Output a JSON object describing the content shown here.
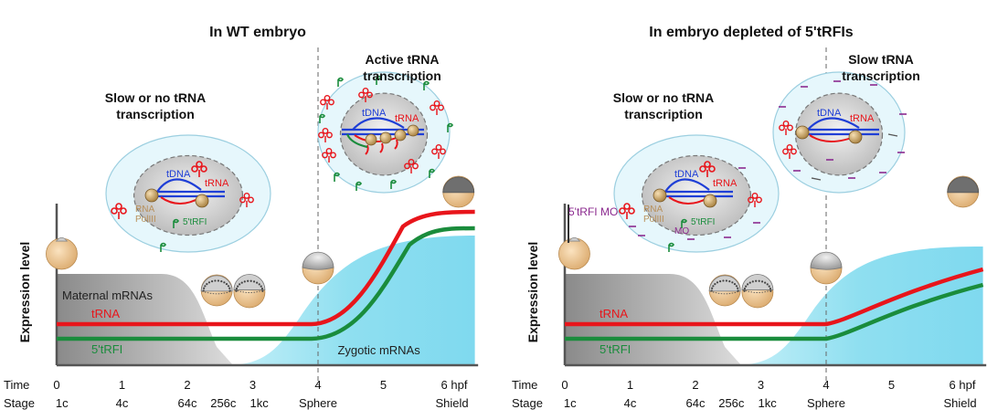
{
  "colors": {
    "trna": "#e8151b",
    "trfi": "#1a8c3c",
    "tdna": "#1f3fd6",
    "polIII": "#b8905a",
    "mo": "#8b2a8f",
    "zygotic": "#8fdff0",
    "maternal": "#a9a9a9"
  },
  "panels": [
    {
      "title": "In WT embryo",
      "ylabel": "Expression level",
      "early_cell_title": "Slow or no tRNA\ntranscription",
      "late_cell_title": "Active tRNA\ntranscription",
      "cell_labels": {
        "tdna": "tDNA",
        "trna": "tRNA",
        "polIII": "RNA\nPolIII",
        "trfi": "5'tRFI"
      },
      "curve_labels": {
        "maternal": "Maternal mRNAs",
        "trna": "tRNA",
        "trfi": "5'tRFI",
        "zygotic": "Zygotic mRNAs"
      },
      "time_label": "Time",
      "stage_label": "Stage",
      "time_ticks": [
        "0",
        "1",
        "2",
        "3",
        "4",
        "5",
        "6 hpf"
      ],
      "stage_ticks": [
        "1c",
        "4c",
        "64c",
        "256c",
        "1kc",
        "Sphere",
        "Shield"
      ],
      "late_trna_level": "high"
    },
    {
      "title": "In embryo depleted of 5'tRFIs",
      "ylabel": "Expression level",
      "early_cell_title": "Slow or no tRNA\ntranscription",
      "late_cell_title": "Slow tRNA\ntranscription",
      "cell_labels": {
        "tdna": "tDNA",
        "trna": "tRNA",
        "polIII": "RNA\nPolIII",
        "trfi": "5'tRFI",
        "mo": "MO"
      },
      "injection_label": "5'tRFI MO",
      "curve_labels": {
        "trna": "tRNA",
        "trfi": "5'tRFI"
      },
      "time_label": "Time",
      "stage_label": "Stage",
      "time_ticks": [
        "0",
        "1",
        "2",
        "3",
        "4",
        "5",
        "6 hpf"
      ],
      "stage_ticks": [
        "1c",
        "4c",
        "64c",
        "256c",
        "1kc",
        "Sphere",
        "Shield"
      ],
      "late_trna_level": "low"
    }
  ]
}
